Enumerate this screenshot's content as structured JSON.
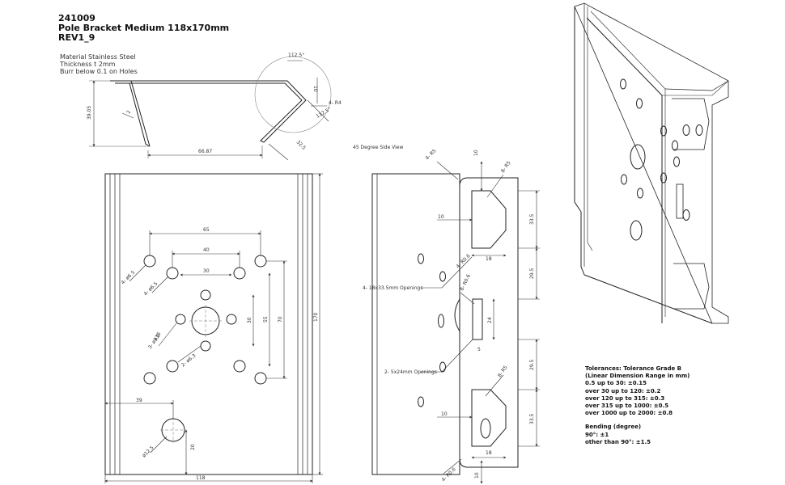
{
  "title_block": {
    "part_number": "241009",
    "part_name": "Pole Bracket Medium 118x170mm",
    "revision": "REV1_9"
  },
  "notes": {
    "material": "Material Stainless Steel",
    "thickness": "Thickness t 2mm",
    "burr": "Burr below 0.1 on Holes"
  },
  "profile_view": {
    "dims": [
      "112.5°",
      "10",
      "4- R4",
      "112.5°",
      "2",
      "39.05",
      "32.5",
      "66.87"
    ]
  },
  "front_view": {
    "dims": [
      "65",
      "40",
      "30",
      "4- ø6.5",
      "4- ø6.5",
      "3- ø1.5",
      "ø16",
      "2- ø6.3",
      "30",
      "55",
      "70",
      "170",
      "39",
      "ø12.5",
      "20",
      "118"
    ]
  },
  "side_view": {
    "caption": "45 Degree Side View",
    "dims": [
      "4- R5",
      "10",
      "8- R5",
      "10",
      "33.5",
      "4- R0.6",
      "18",
      "29.5",
      "4- 18x33.5mm Openings",
      "8- R0.6",
      "24",
      "5",
      "2- 5x24mm Openings",
      "29.5",
      "8- R5",
      "10",
      "33.5",
      "18",
      "4- R0.6",
      "10"
    ]
  },
  "tolerances": {
    "title": "Tolerances: Tolerance Grade B",
    "subtitle": "(Linear Dimension Range in mm)",
    "linear": [
      "0.5 up to 30: ±0.15",
      "over 30 up to 120: ±0.2",
      "over 120 up to 315: ±0.3",
      "over 315 up to 1000: ±0.5",
      "over 1000 up to 2000: ±0.8"
    ],
    "bending_title": "Bending (degree)",
    "bending": [
      "90°: ±1",
      "other than 90°: ±1.5"
    ]
  },
  "colors": {
    "line": "#222222",
    "thin": "#555555",
    "text": "#111111"
  }
}
